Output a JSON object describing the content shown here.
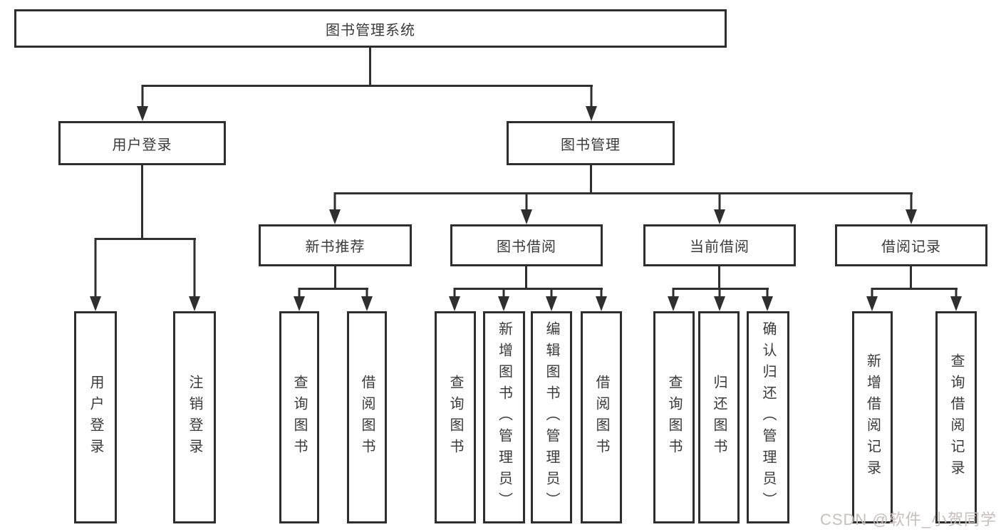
{
  "diagram": {
    "root": {
      "label": "图书管理系统"
    },
    "branches": [
      {
        "label": "用户登录",
        "children": [
          {
            "label": "用户登录"
          },
          {
            "label": "注销登录"
          }
        ]
      },
      {
        "label": "图书管理",
        "children": [
          {
            "label": "新书推荐",
            "children": [
              {
                "label": "查询图书"
              },
              {
                "label": "借阅图书"
              }
            ]
          },
          {
            "label": "图书借阅",
            "children": [
              {
                "label": "查询图书"
              },
              {
                "label": "新增图书（管理员）"
              },
              {
                "label": "编辑图书（管理员）"
              },
              {
                "label": "借阅图书"
              }
            ]
          },
          {
            "label": "当前借阅",
            "children": [
              {
                "label": "查询图书"
              },
              {
                "label": "归还图书"
              },
              {
                "label": "确认归还（管理员）"
              }
            ]
          },
          {
            "label": "借阅记录",
            "children": [
              {
                "label": "新增借阅记录"
              },
              {
                "label": "查询借阅记录"
              }
            ]
          }
        ]
      }
    ]
  },
  "watermark": {
    "text": "CSDN @软件_小贺同学"
  },
  "colors": {
    "background": "#ffffff",
    "box_border": "#2e2e2e",
    "line": "#2f2f2f",
    "text": "#3a3a3a",
    "watermark": "#c9bebe"
  }
}
